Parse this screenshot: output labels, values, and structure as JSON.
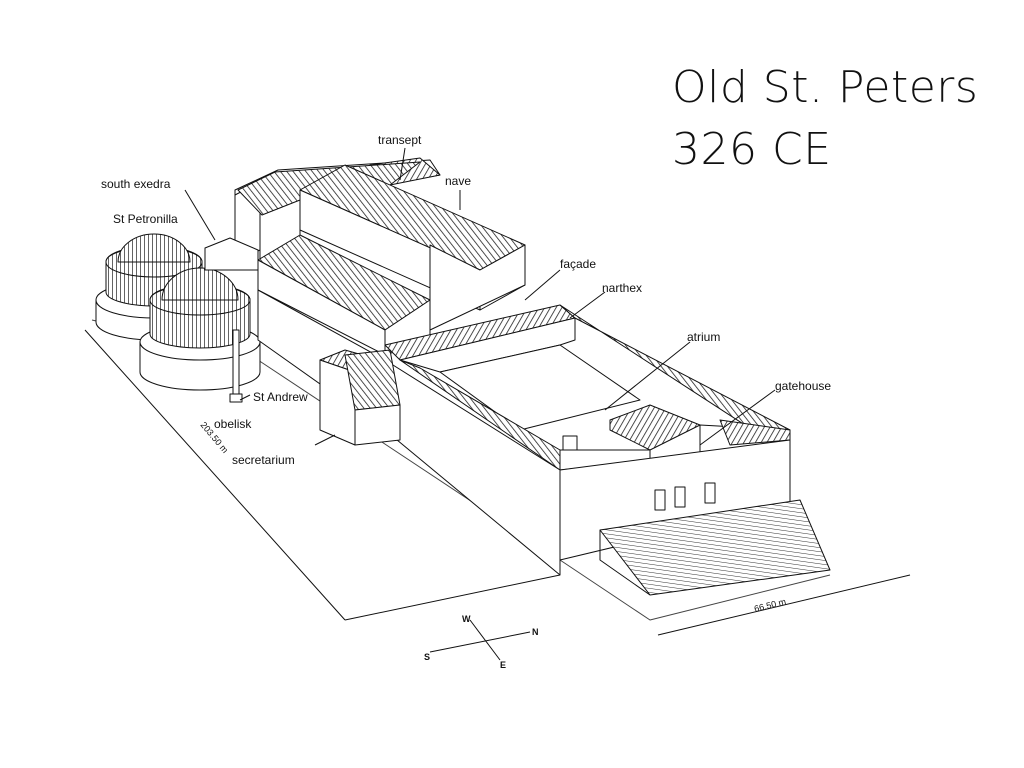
{
  "slide": {
    "title_line_1": "Old St. Peters",
    "title_line_2": "326 CE"
  },
  "diagram": {
    "labels": {
      "transept": "transept",
      "nave": "nave",
      "south_exedra": "south exedra",
      "st_petronilla": "St Petronilla",
      "facade": "façade",
      "narthex": "narthex",
      "atrium": "atrium",
      "gatehouse": "gatehouse",
      "st_andrew": "St Andrew",
      "obelisk": "obelisk",
      "secretarium": "secretarium"
    },
    "dimensions": {
      "length": "203.50 m",
      "width": "66.50 m"
    },
    "compass": {
      "north": "N",
      "south": "S",
      "east": "E",
      "west": "W"
    },
    "line_color": "#111111",
    "background": "#ffffff"
  }
}
